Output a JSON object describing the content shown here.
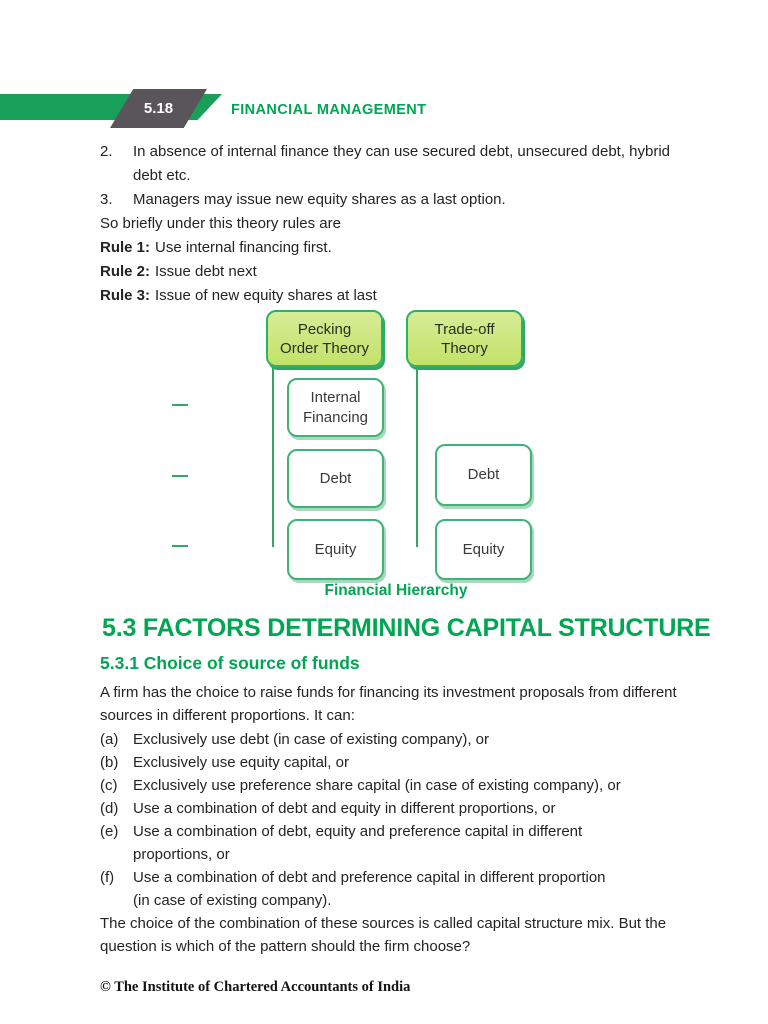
{
  "header": {
    "page_number": "5.18",
    "title": "FINANCIAL MANAGEMENT"
  },
  "numbered_list": [
    {
      "marker": "2.",
      "lines": [
        "In absence of internal finance they can use secured debt, unsecured debt, hybrid",
        "debt etc."
      ]
    },
    {
      "marker": "3.",
      "lines": [
        "Managers may issue new equity shares as a last option."
      ]
    }
  ],
  "intro": "So briefly under this theory rules are",
  "rules": [
    {
      "label": "Rule 1:",
      "text": "Use internal financing first."
    },
    {
      "label": "Rule 2:",
      "text": "Issue debt next"
    },
    {
      "label": "Rule 3:",
      "text": "Issue of new equity shares at last"
    }
  ],
  "diagram": {
    "caption": "Financial Hierarchy",
    "parents": [
      {
        "lines": [
          "Pecking",
          "Order Theory"
        ]
      },
      {
        "lines": [
          "Trade-off",
          "Theory"
        ]
      }
    ],
    "children_left": [
      {
        "lines": [
          "Internal",
          "Financing"
        ]
      },
      {
        "lines": [
          "Debt"
        ]
      },
      {
        "lines": [
          "Equity"
        ]
      }
    ],
    "children_right": [
      {
        "lines": [
          "Debt"
        ]
      },
      {
        "lines": [
          "Equity"
        ]
      }
    ]
  },
  "icons": {
    "section": "pie-chart-clock-icon"
  },
  "section_heading": "5.3 FACTORS DETERMINING CAPITAL STRUCTURE",
  "subsection_heading": "5.3.1 Choice of source of funds",
  "paragraph1": {
    "lines": [
      "A firm has the choice to raise funds for financing its investment proposals from different",
      "sources in different proportions. It can:"
    ]
  },
  "lettered_list": [
    {
      "marker": "(a)",
      "lines": [
        "Exclusively use debt (in case of existing company), or"
      ]
    },
    {
      "marker": "(b)",
      "lines": [
        "Exclusively use equity capital, or"
      ]
    },
    {
      "marker": "(c)",
      "lines": [
        "Exclusively use preference share capital (in case of existing company), or"
      ]
    },
    {
      "marker": "(d)",
      "lines": [
        "Use a combination of debt and equity in different proportions, or"
      ]
    },
    {
      "marker": "(e)",
      "lines": [
        "Use a combination of debt, equity and preference capital in different",
        "proportions, or"
      ]
    },
    {
      "marker": "(f)",
      "lines": [
        "Use a combination of debt and preference capital in different proportion",
        "(in case of existing company)."
      ]
    }
  ],
  "paragraph2": {
    "lines": [
      "The choice of the combination of these sources is called capital structure mix. But the",
      "question is which of the pattern should the firm choose?"
    ]
  },
  "footer": "© The Institute of Chartered Accountants of India",
  "colors": {
    "accent_green": "#00a651",
    "band_green": "#18a05a",
    "plate_gray": "#59555a",
    "parent_box_fill": "#cbe57b",
    "box_border": "#2db166",
    "body_text": "#262223"
  }
}
